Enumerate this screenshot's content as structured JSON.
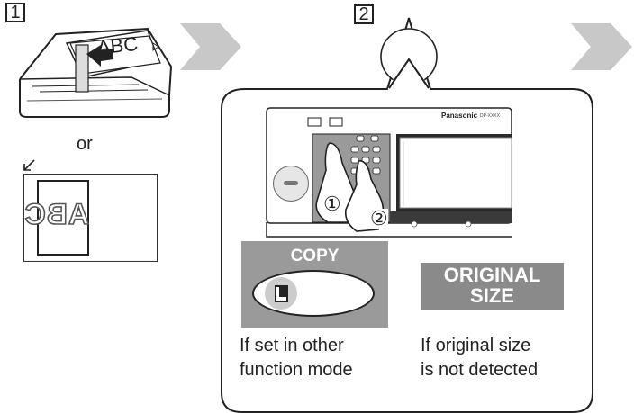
{
  "steps": {
    "step1": "1",
    "step2": "2"
  },
  "adf_sheet_text": "ABC",
  "or_label": "or",
  "glass_sheet_text": "ABC",
  "panel": {
    "brand": "Panasonic",
    "model": "DP-XXXX",
    "finger1": "①",
    "finger2": "②"
  },
  "copy_key": {
    "label": "COPY"
  },
  "original_size": {
    "line1": "ORIGINAL",
    "line2": "SIZE"
  },
  "captions": {
    "left_line1": "If set in other",
    "left_line2": "function mode",
    "right_line1": "If original size",
    "right_line2": "is not detected"
  },
  "colors": {
    "key_gray": "#9a9a9a",
    "arrow_gray": "#c8c8c8",
    "label_gray": "#8a8a8a"
  }
}
